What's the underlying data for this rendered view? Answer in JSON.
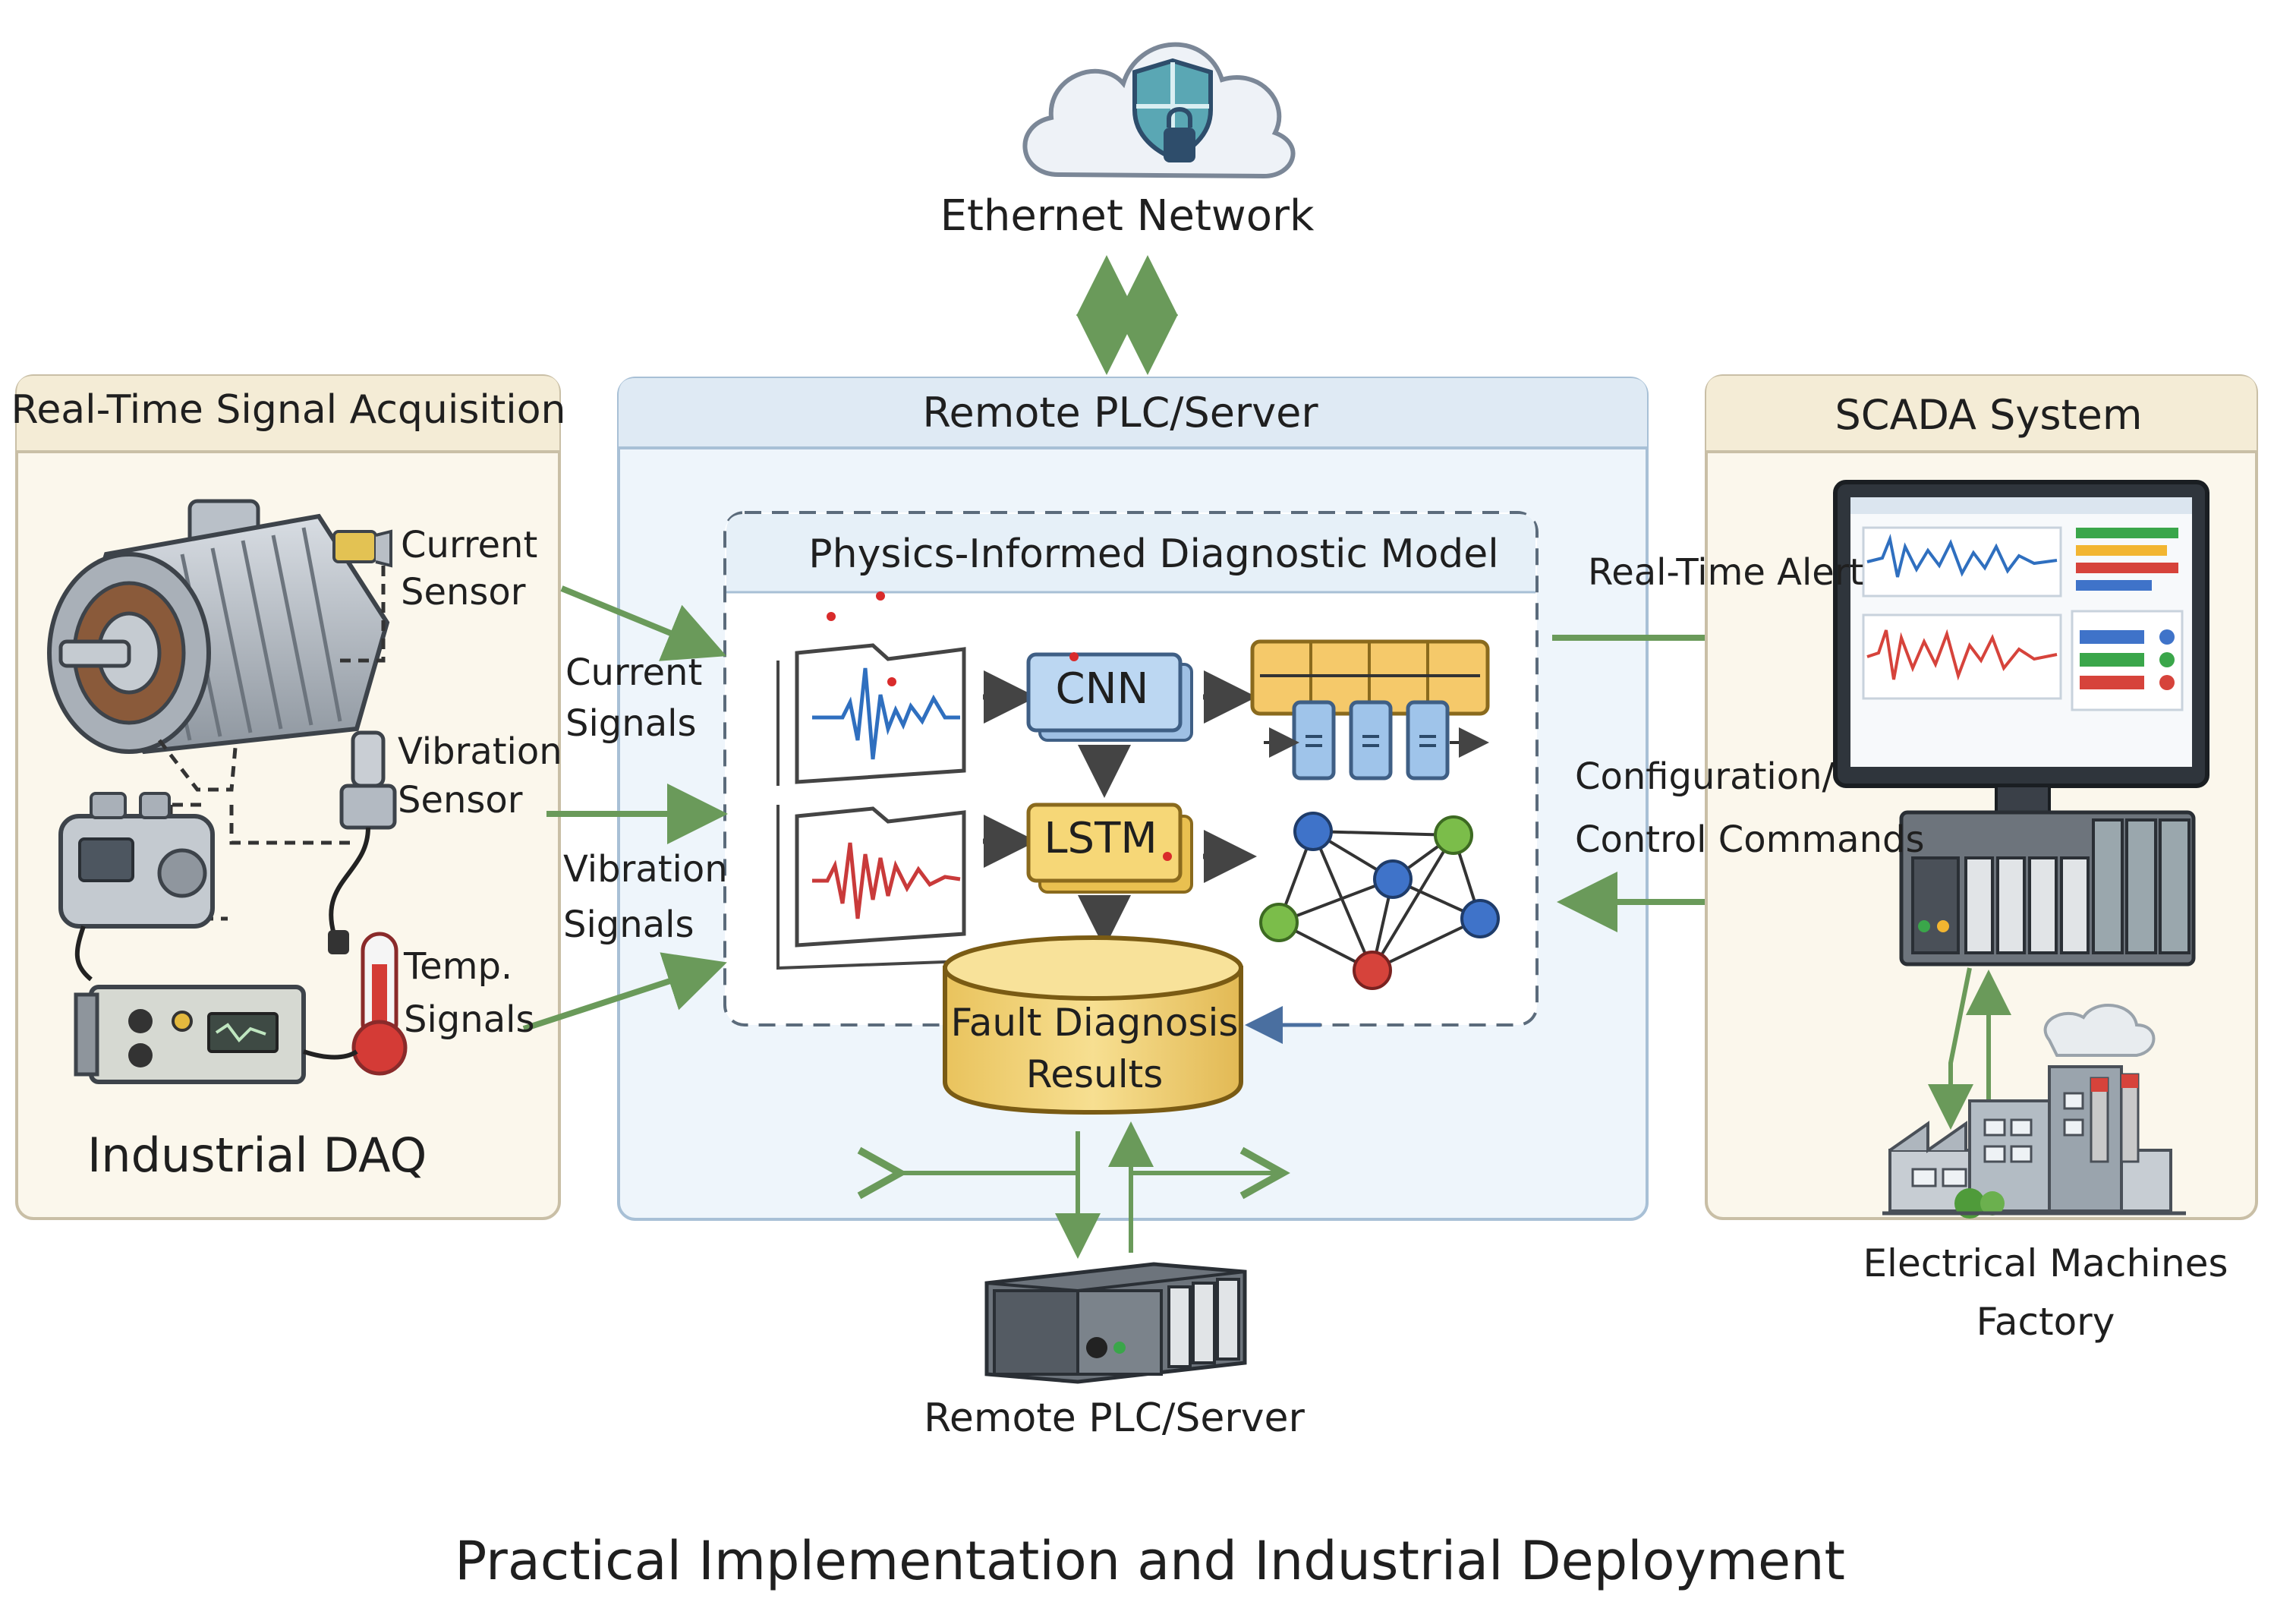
{
  "network": {
    "label": "Ethernet Network"
  },
  "left_panel": {
    "title": "Real-Time Signal Acquisition",
    "current_sensor": [
      "Current",
      "Sensor"
    ],
    "vibration_sensor": [
      "Vibration",
      "Sensor"
    ],
    "temp_signals": [
      "Temp.",
      "Signals"
    ],
    "daq": "Industrial DAQ"
  },
  "signals": {
    "current": [
      "Current",
      "Signals"
    ],
    "vibration": [
      "Vibration",
      "Signals"
    ]
  },
  "center_panel": {
    "title": "Remote PLC/Server",
    "model_title": "Physics-Informed Diagnostic Model",
    "cnn": "CNN",
    "lstm": "LSTM",
    "results": [
      "Fault Diagnosis",
      "Results"
    ],
    "bottom_plc": "Remote PLC/Server"
  },
  "right_panel": {
    "title": "SCADA System",
    "alert": "Real-Time Alert",
    "config": [
      "Configuration/",
      "Control Commands"
    ],
    "factory": [
      "Electrical Machines",
      "Factory"
    ]
  },
  "caption": "Practical Implementation and Industrial Deployment",
  "colors": {
    "arrow_green": "#6a9a5a",
    "panel_warm": "#fbf7ec",
    "panel_header_warm": "#f4ecd6",
    "panel_blue": "#eef5fb",
    "cnn_blue": "#bcd7f2",
    "lstm_yellow": "#f6d777",
    "results_yellow": "#f5d67a"
  }
}
